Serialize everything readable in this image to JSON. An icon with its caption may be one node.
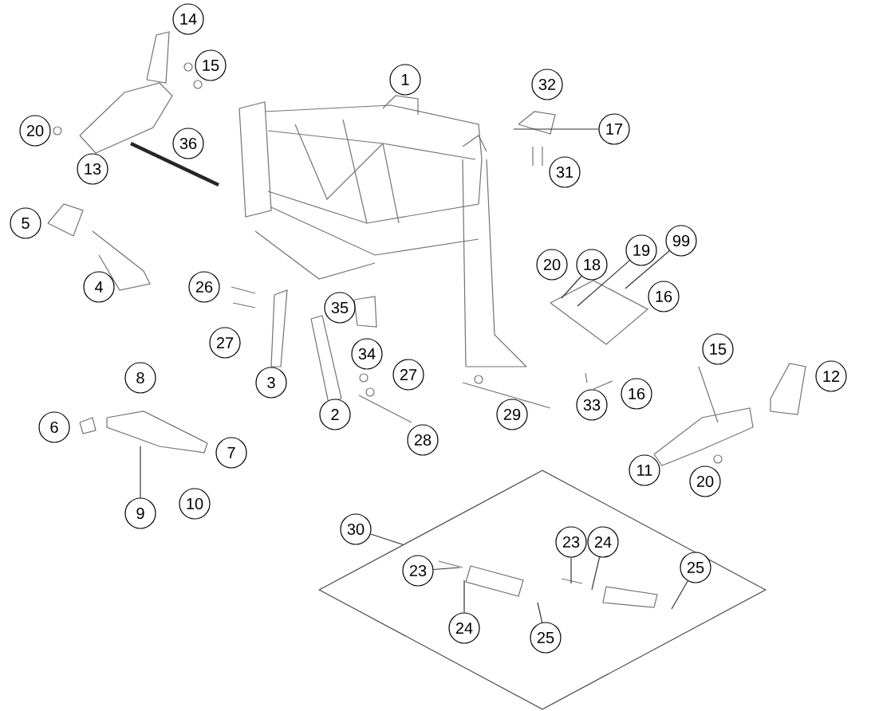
{
  "diagram": {
    "nodes": [
      {
        "text": [
          "14"
        ]
      },
      {
        "text": [
          "15"
        ]
      },
      {
        "text": [
          "1"
        ]
      },
      {
        "text": [
          "20"
        ]
      },
      {
        "text": [
          "13"
        ]
      },
      {
        "text": [
          "36"
        ]
      },
      {
        "text": [
          "5"
        ]
      },
      {
        "text": [
          "4"
        ]
      },
      {
        "text": [
          "32"
        ]
      },
      {
        "text": [
          "17"
        ]
      },
      {
        "text": [
          "31"
        ]
      },
      {
        "text": [
          "26"
        ]
      },
      {
        "text": [
          "35"
        ]
      },
      {
        "text": [
          "27"
        ]
      },
      {
        "text": [
          "34"
        ]
      },
      {
        "text": [
          "3"
        ]
      },
      {
        "text": [
          "20"
        ]
      },
      {
        "text": [
          "18"
        ]
      },
      {
        "text": [
          "19"
        ]
      },
      {
        "text": [
          "99"
        ]
      },
      {
        "text": [
          "16"
        ]
      },
      {
        "text": [
          "15"
        ]
      },
      {
        "text": [
          "12"
        ]
      },
      {
        "text": [
          "27"
        ]
      },
      {
        "text": [
          "8"
        ]
      },
      {
        "text": [
          "2"
        ]
      },
      {
        "text": [
          "28"
        ]
      },
      {
        "text": [
          "29"
        ]
      },
      {
        "text": [
          "33"
        ]
      },
      {
        "text": [
          "16"
        ]
      },
      {
        "text": [
          "6"
        ]
      },
      {
        "text": [
          "7"
        ]
      },
      {
        "text": [
          "11"
        ]
      },
      {
        "text": [
          "20"
        ]
      },
      {
        "text": [
          "9"
        ]
      },
      {
        "text": [
          "10"
        ]
      },
      {
        "text": [
          "30"
        ]
      },
      {
        "text": [],
        "shape": "diamond"
      },
      {
        "text": [
          "23"
        ],
        "in": 37
      },
      {
        "text": [
          "23"
        ],
        "in": 37
      },
      {
        "text": [
          "24"
        ],
        "in": 37
      },
      {
        "text": [
          "25"
        ],
        "in": 37
      },
      {
        "text": [
          "24"
        ],
        "in": 37
      },
      {
        "text": [
          "25"
        ],
        "in": 37
      }
    ],
    "edges": [
      {
        "from": 9,
        "to": null,
        "arrow": "none"
      },
      {
        "from": 17,
        "to": null,
        "arrow": "none"
      },
      {
        "from": 18,
        "to": null,
        "arrow": "none"
      },
      {
        "from": 19,
        "to": null,
        "arrow": "none"
      },
      {
        "from": 34,
        "to": null,
        "arrow": "none"
      },
      {
        "from": 36,
        "to": 37,
        "arrow": "none"
      },
      {
        "from": 38,
        "to": null,
        "arrow": "none"
      },
      {
        "from": 39,
        "to": null,
        "arrow": "none"
      },
      {
        "from": 40,
        "to": null,
        "arrow": "none"
      },
      {
        "from": 41,
        "to": null,
        "arrow": "none"
      },
      {
        "from": 42,
        "to": null,
        "arrow": "none"
      },
      {
        "from": 43,
        "to": null,
        "arrow": "none"
      }
    ]
  }
}
